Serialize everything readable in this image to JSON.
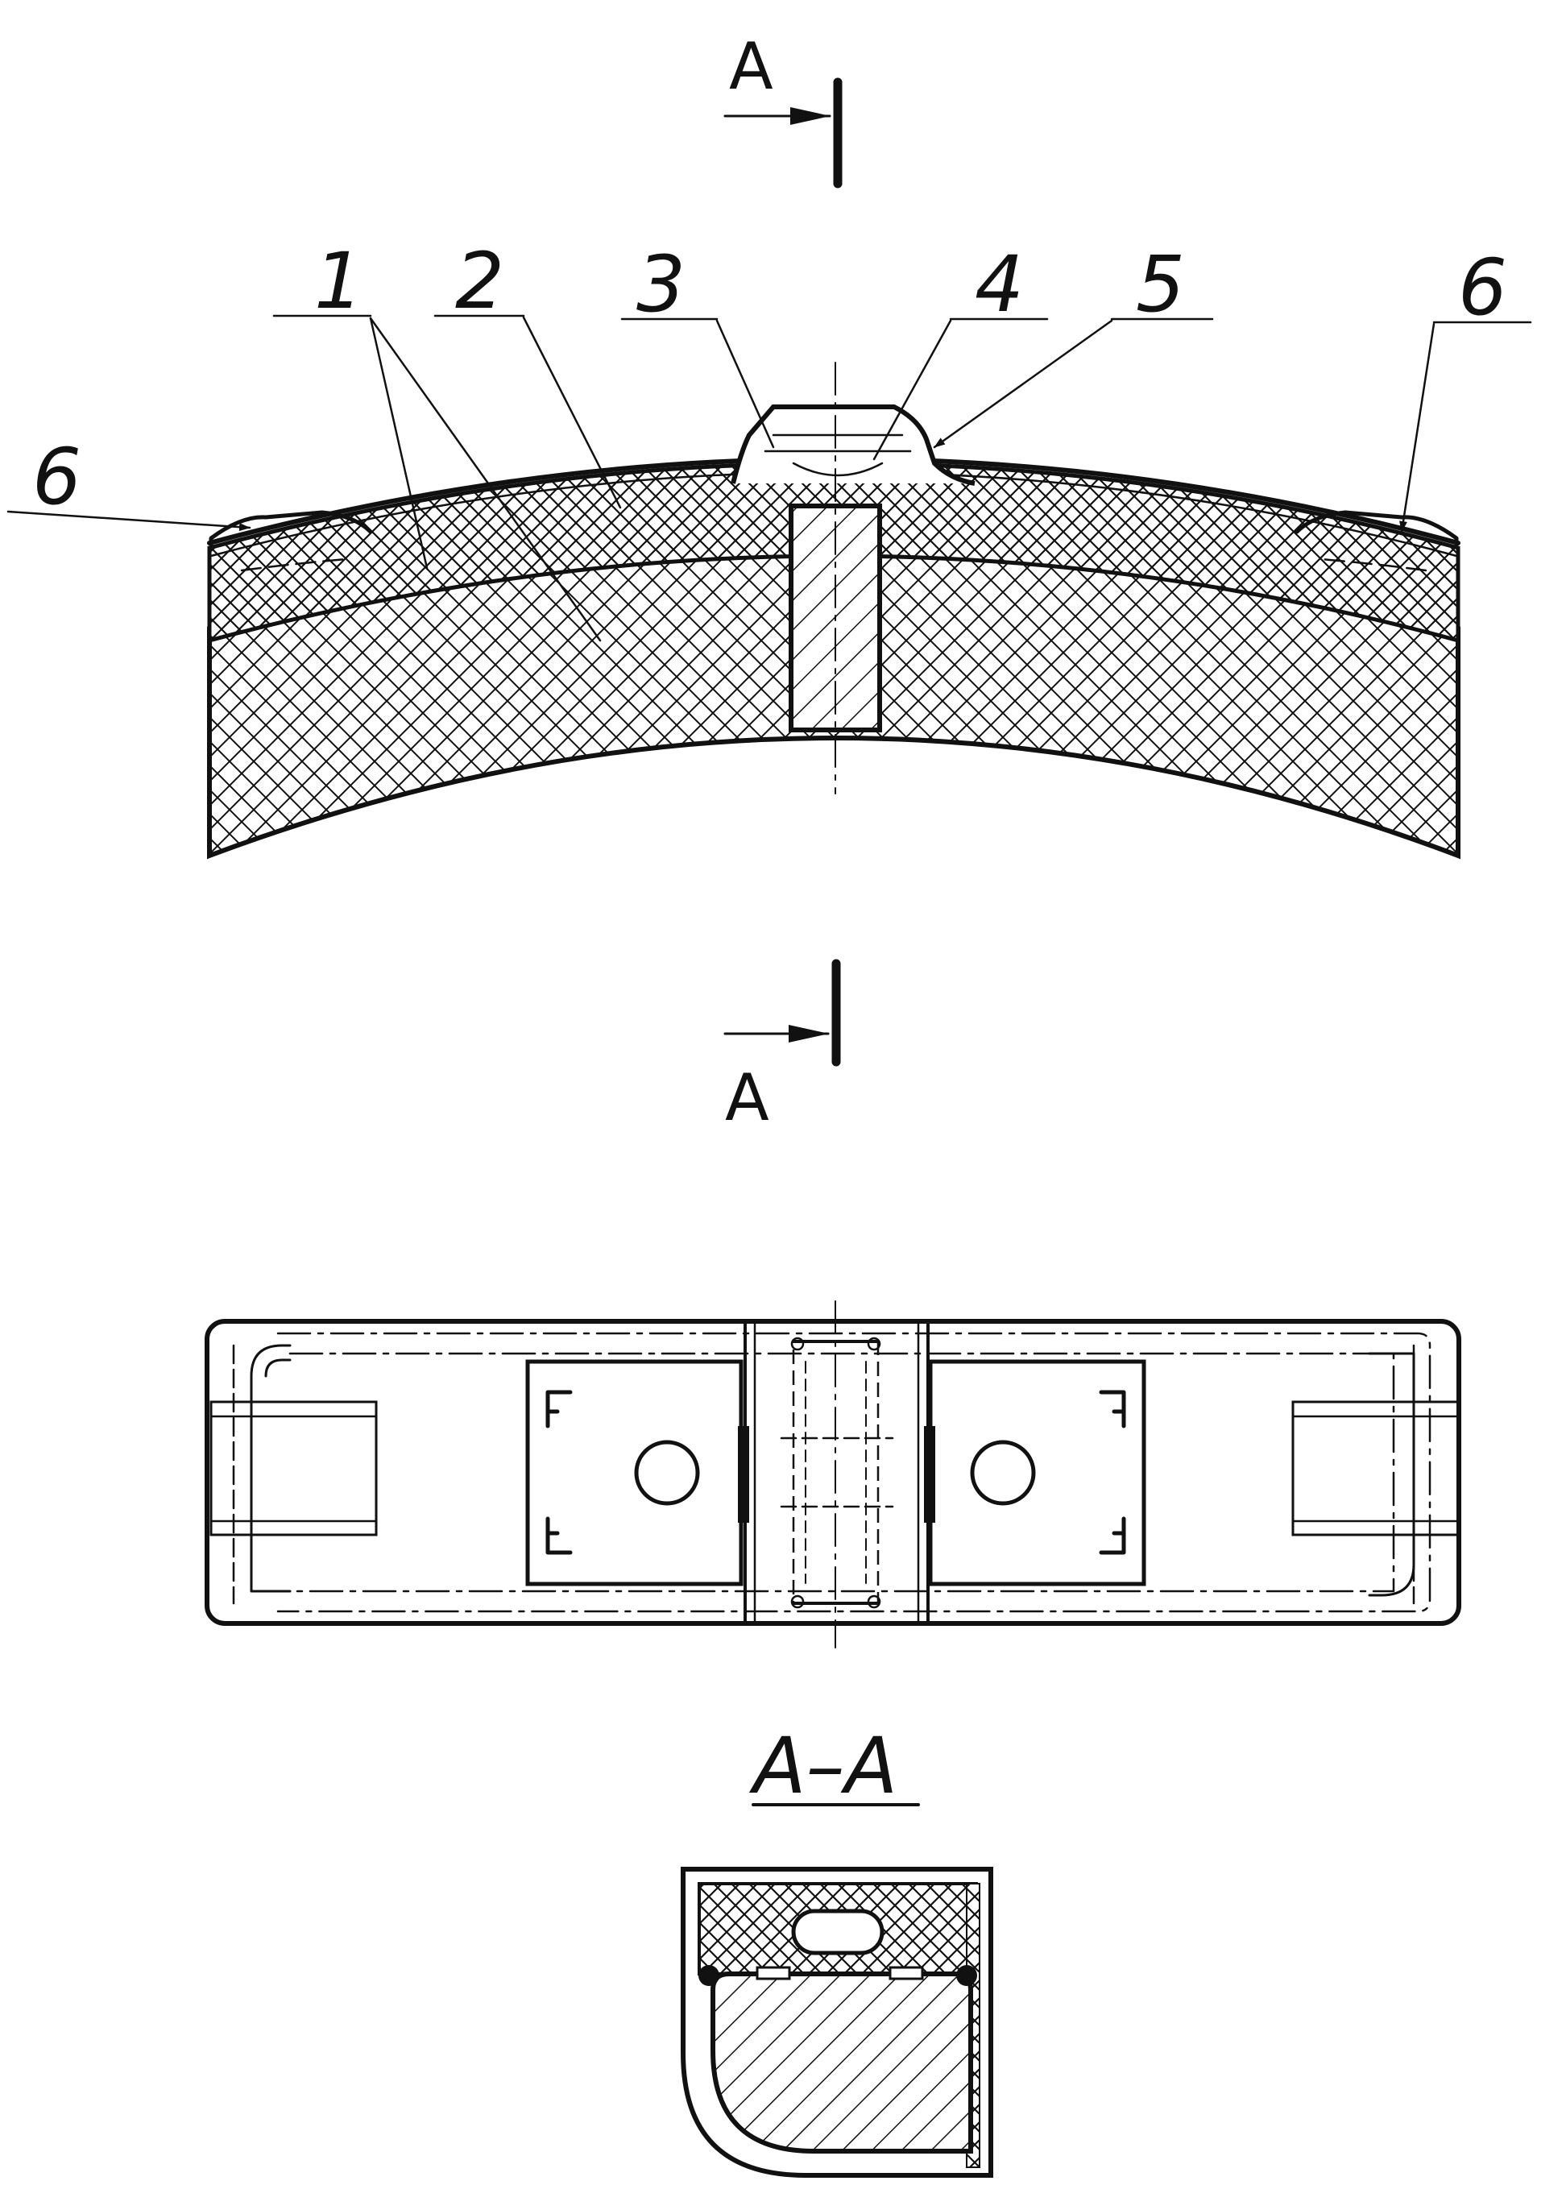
{
  "labels": {
    "part_1": "1",
    "part_2": "2",
    "part_3": "3",
    "part_4": "4",
    "part_5": "5",
    "part_6_left": "6",
    "part_6_right": "6"
  },
  "section_marker": {
    "top_letter": "A",
    "bottom_letter": "A"
  },
  "section_view": {
    "title": "A–A"
  },
  "colors": {
    "ink": "#111111",
    "paper": "#ffffff"
  }
}
